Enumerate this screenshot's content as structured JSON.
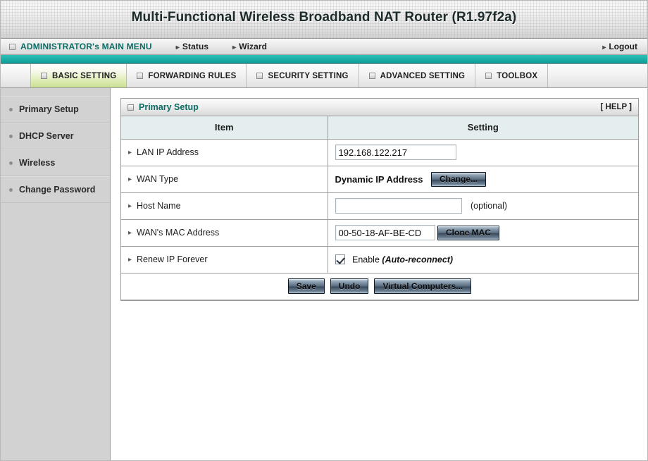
{
  "banner": {
    "title": "Multi-Functional Wireless Broadband NAT Router (R1.97f2a)"
  },
  "menubar": {
    "main_menu": "ADMINISTRATOR's MAIN MENU",
    "status": "Status",
    "wizard": "Wizard",
    "logout": "Logout"
  },
  "tabs": [
    {
      "label": "BASIC SETTING",
      "active": true
    },
    {
      "label": "FORWARDING RULES",
      "active": false
    },
    {
      "label": "SECURITY SETTING",
      "active": false
    },
    {
      "label": "ADVANCED SETTING",
      "active": false
    },
    {
      "label": "TOOLBOX",
      "active": false
    }
  ],
  "sidebar": {
    "items": [
      {
        "label": "Primary Setup"
      },
      {
        "label": "DHCP Server"
      },
      {
        "label": "Wireless"
      },
      {
        "label": "Change Password"
      }
    ]
  },
  "panel": {
    "title": "Primary Setup",
    "help": "[ HELP ]",
    "columns": {
      "item": "Item",
      "setting": "Setting"
    },
    "rows": {
      "lan_ip": {
        "label": "LAN IP Address",
        "value": "192.168.122.217",
        "placeholder": ""
      },
      "wan_type": {
        "label": "WAN Type",
        "value": "Dynamic IP Address",
        "button": "Change..."
      },
      "host_name": {
        "label": "Host Name",
        "value": "",
        "placeholder": "",
        "note": "(optional)"
      },
      "wan_mac": {
        "label": "WAN's MAC Address",
        "value": "00-50-18-AF-BE-CD",
        "button": "Clone MAC"
      },
      "renew_ip": {
        "label": "Renew IP Forever",
        "checkbox_label": "Enable",
        "checkbox_note": "(Auto-reconnect)",
        "checked": true
      }
    },
    "actions": {
      "save": "Save",
      "undo": "Undo",
      "virtual_computers": "Virtual Computers..."
    }
  },
  "colors": {
    "teal": "#19ada5",
    "accent_text": "#0b6b63",
    "active_tab": "#d9e9ab",
    "table_header": "#e4eeee",
    "sidebar": "#d2d2d2"
  }
}
